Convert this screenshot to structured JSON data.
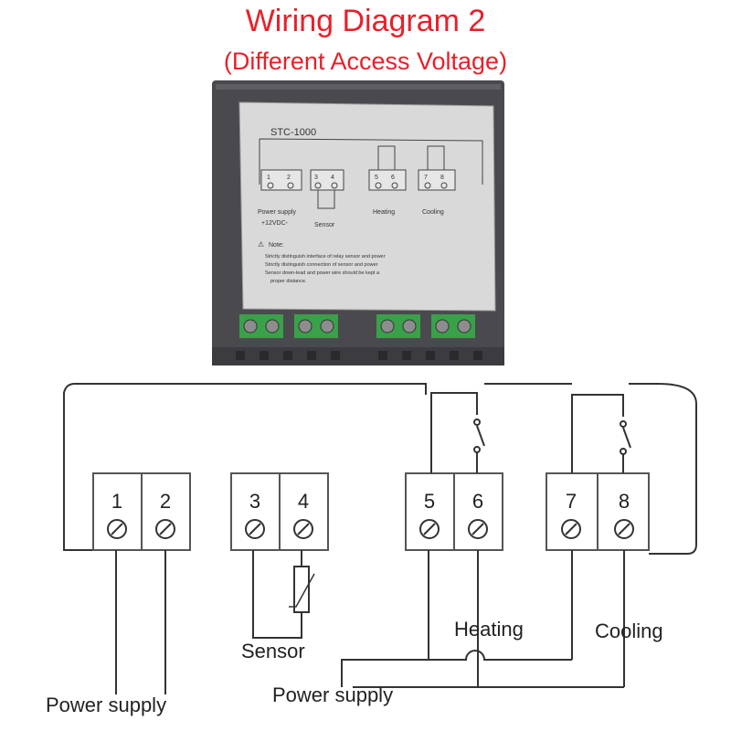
{
  "title": "Wiring Diagram 2",
  "subtitle": "(Different Access Voltage)",
  "device": {
    "model": "STC-1000",
    "label_power": "Power supply",
    "label_voltage": "+12VDC-",
    "label_sensor": "Sensor",
    "label_heating": "Heating",
    "label_cooling": "Cooling",
    "note_title": "Note:",
    "notes": [
      "Strictly distinguish interface of relay sensor and power",
      "Strictly distinguish connection of sensor and power",
      "Sensor down-lead and power wire should be kept a",
      "proper distance."
    ],
    "small_terminals": [
      "1",
      "2",
      "3",
      "4",
      "5",
      "6",
      "7",
      "8"
    ]
  },
  "diagram": {
    "terminals": [
      "1",
      "2",
      "3",
      "4",
      "5",
      "6",
      "7",
      "8"
    ],
    "label_sensor": "Sensor",
    "label_heating": "Heating",
    "label_cooling": "Cooling",
    "label_power_left": "Power supply",
    "label_power_center": "Power supply"
  },
  "colors": {
    "title": "#e8202a",
    "device_body": "#4a4a4e",
    "device_panel": "#d9d9d9",
    "terminal_green": "#3aa04a",
    "line": "#333333"
  }
}
